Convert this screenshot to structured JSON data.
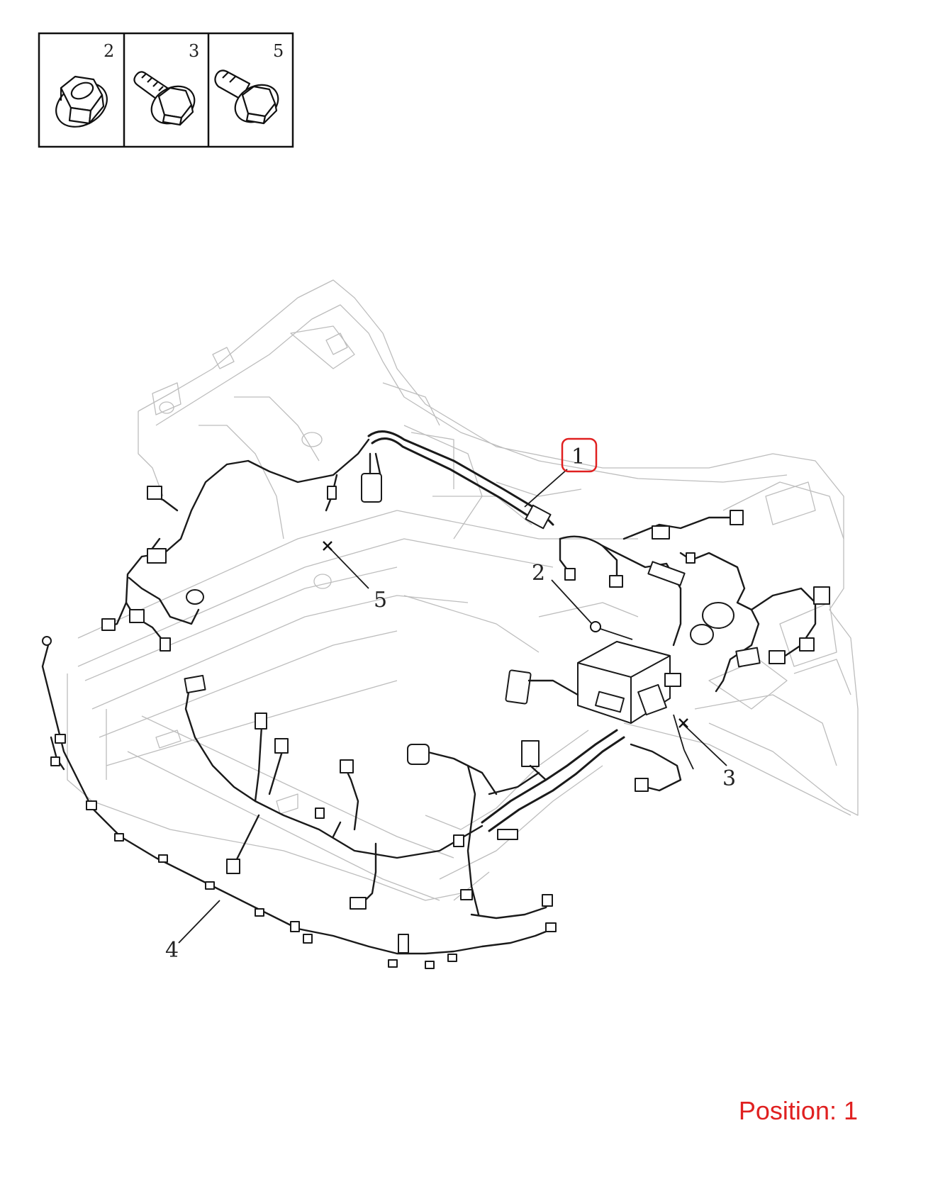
{
  "legend": {
    "cells": [
      {
        "number": "2",
        "icon": "flange-nut-icon"
      },
      {
        "number": "3",
        "icon": "flange-bolt-icon"
      },
      {
        "number": "5",
        "icon": "stud-bolt-icon"
      }
    ]
  },
  "callouts": [
    "1",
    "2",
    "3",
    "4",
    "5"
  ],
  "highlighted_callout": "1",
  "highlight_color": "#e02020",
  "position_label": "Position: 1"
}
